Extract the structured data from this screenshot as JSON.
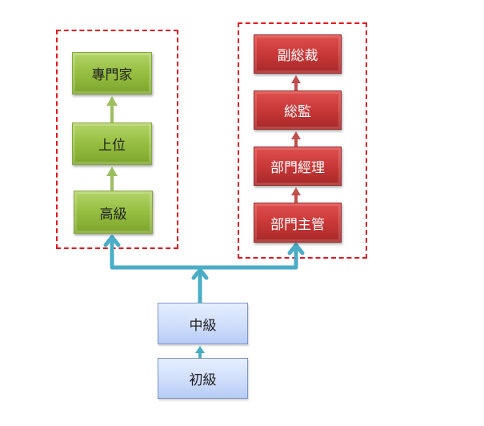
{
  "diagram": {
    "title": "",
    "specialist_track": {
      "boxes": [
        "專門家",
        "上位",
        "高級"
      ],
      "color": "#98c043"
    },
    "management_track": {
      "boxes": [
        "副総裁",
        "総監",
        "部門經理",
        "部門主管"
      ],
      "color": "#cc3a3a"
    },
    "base_track": {
      "boxes": [
        "中級",
        "初級"
      ],
      "color": "#cddcfb"
    },
    "connector_color": "#4aacc6"
  }
}
